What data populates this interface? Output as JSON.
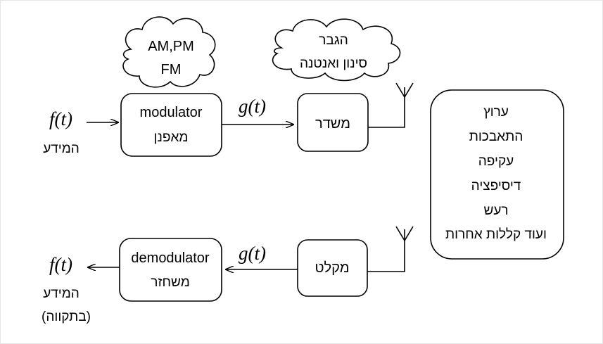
{
  "input": {
    "signal": "f(t)",
    "label": "המידע"
  },
  "modulator": {
    "title": "modulator",
    "subtitle": "מאפנן"
  },
  "modulation_cloud": {
    "line1": "AM,PM",
    "line2": "FM"
  },
  "transmit_signal": "g(t)",
  "transmitter": {
    "label": "משדר"
  },
  "transmitter_cloud": {
    "line1": "הגבר",
    "line2": "סינון ואנטנה"
  },
  "channel": {
    "items": [
      "ערוץ",
      "התאבכות",
      "עקיפה",
      "דיסיפציה",
      "רעש",
      "ועוד קללות אחרות"
    ]
  },
  "receiver": {
    "label": "מקלט"
  },
  "receive_signal": "g(t)",
  "demodulator": {
    "title": "demodulator",
    "subtitle": "משחזר"
  },
  "output": {
    "signal": "f(t)",
    "label": "המידע",
    "note": "(בתקווה)"
  }
}
